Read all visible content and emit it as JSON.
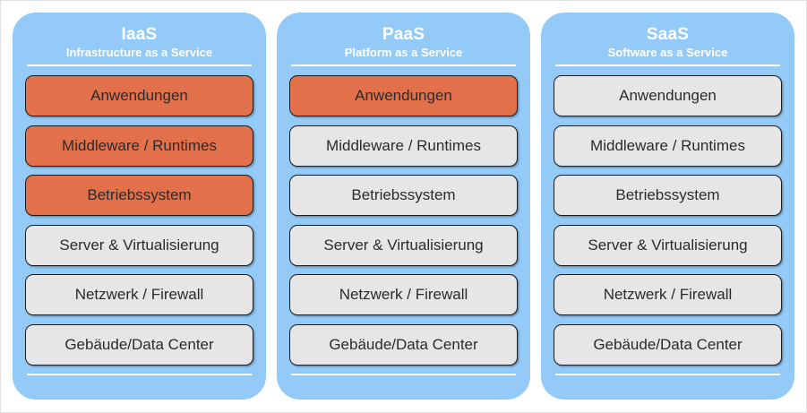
{
  "diagram": {
    "background_color": "#ffffff",
    "panel_color": "#93caf7",
    "accent_managed_color": "#e2714b",
    "accent_self_color": "#e6e6e6",
    "panels": [
      {
        "id": "iaas",
        "title": "IaaS",
        "subtitle": "Infrastructure as a Service",
        "layers": [
          {
            "label": "Anwendungen",
            "style": "orange"
          },
          {
            "label": "Middleware / Runtimes",
            "style": "orange"
          },
          {
            "label": "Betriebssystem",
            "style": "orange"
          },
          {
            "label": "Server & Virtualisierung",
            "style": "gray"
          },
          {
            "label": "Netzwerk / Firewall",
            "style": "gray"
          },
          {
            "label": "Gebäude/Data Center",
            "style": "gray"
          }
        ]
      },
      {
        "id": "paas",
        "title": "PaaS",
        "subtitle": "Platform as a Service",
        "layers": [
          {
            "label": "Anwendungen",
            "style": "orange"
          },
          {
            "label": "Middleware / Runtimes",
            "style": "gray"
          },
          {
            "label": "Betriebssystem",
            "style": "gray"
          },
          {
            "label": "Server & Virtualisierung",
            "style": "gray"
          },
          {
            "label": "Netzwerk / Firewall",
            "style": "gray"
          },
          {
            "label": "Gebäude/Data Center",
            "style": "gray"
          }
        ]
      },
      {
        "id": "saas",
        "title": "SaaS",
        "subtitle": "Software as a Service",
        "layers": [
          {
            "label": "Anwendungen",
            "style": "gray"
          },
          {
            "label": "Middleware / Runtimes",
            "style": "gray"
          },
          {
            "label": "Betriebssystem",
            "style": "gray"
          },
          {
            "label": "Server & Virtualisierung",
            "style": "gray"
          },
          {
            "label": "Netzwerk / Firewall",
            "style": "gray"
          },
          {
            "label": "Gebäude/Data Center",
            "style": "gray"
          }
        ]
      }
    ]
  }
}
